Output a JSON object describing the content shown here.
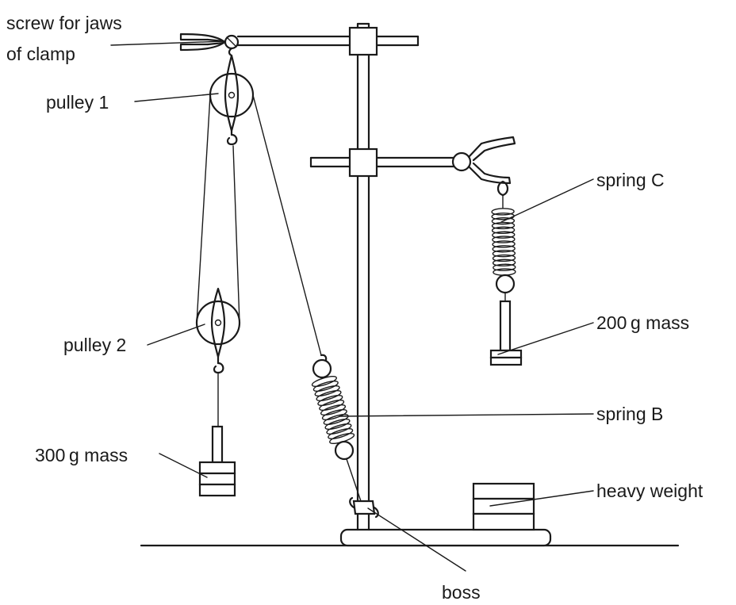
{
  "labels": {
    "screw_line1": "screw for jaws",
    "screw_line2": "of clamp",
    "pulley1": "pulley 1",
    "pulley2": "pulley 2",
    "spring_c": "spring C",
    "mass_200": "200 g mass",
    "spring_b": "spring B",
    "mass_300": "300 g mass",
    "heavy_weight": "heavy weight",
    "boss": "boss"
  }
}
